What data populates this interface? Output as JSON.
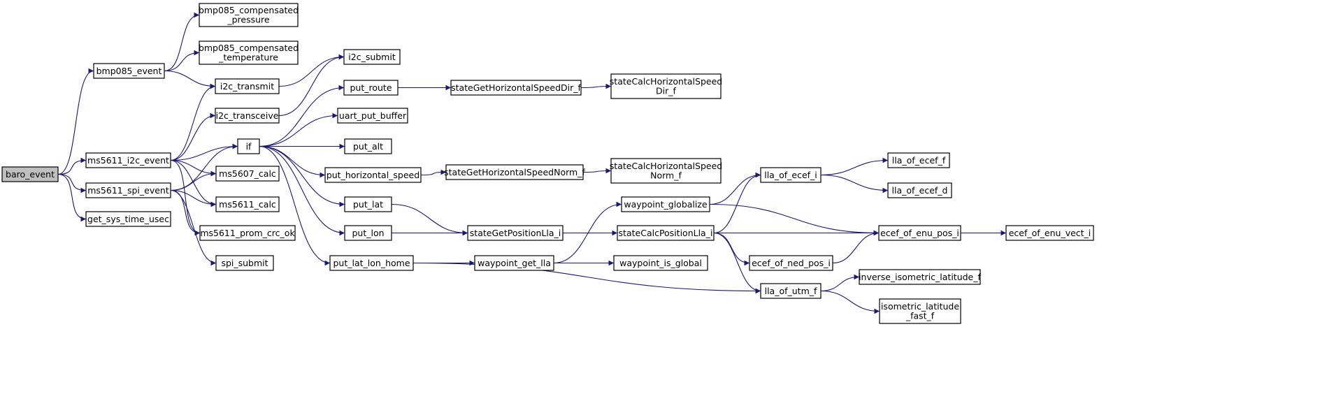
{
  "nodes": {
    "baro_event": [
      "baro_event"
    ],
    "bmp085_event": [
      "bmp085_event"
    ],
    "bmp085_compensated_pressure": [
      "bmp085_compensated",
      "_pressure"
    ],
    "bmp085_compensated_temperature": [
      "bmp085_compensated",
      "_temperature"
    ],
    "i2c_transmit": [
      "i2c_transmit"
    ],
    "i2c_submit": [
      "i2c_submit"
    ],
    "i2c_transceive": [
      "i2c_transceive"
    ],
    "ms5611_i2c_event": [
      "ms5611_i2c_event"
    ],
    "ms5611_spi_event": [
      "ms5611_spi_event"
    ],
    "get_sys_time_usec": [
      "get_sys_time_usec"
    ],
    "if": [
      "if"
    ],
    "ms5607_calc": [
      "ms5607_calc"
    ],
    "ms5611_calc": [
      "ms5611_calc"
    ],
    "ms5611_prom_crc_ok": [
      "ms5611_prom_crc_ok"
    ],
    "spi_submit": [
      "spi_submit"
    ],
    "put_route": [
      "put_route"
    ],
    "uart_put_buffer": [
      "uart_put_buffer"
    ],
    "put_alt": [
      "put_alt"
    ],
    "put_horizontal_speed": [
      "put_horizontal_speed"
    ],
    "put_lat": [
      "put_lat"
    ],
    "put_lon": [
      "put_lon"
    ],
    "put_lat_lon_home": [
      "put_lat_lon_home"
    ],
    "stateGetHorizontalSpeedDir_f": [
      "stateGetHorizontalSpeedDir_f"
    ],
    "stateCalcHorizontalSpeedDir_f": [
      "stateCalcHorizontalSpeed",
      "Dir_f"
    ],
    "stateGetHorizontalSpeedNorm_f": [
      "stateGetHorizontalSpeedNorm_f"
    ],
    "stateCalcHorizontalSpeedNorm_f": [
      "stateCalcHorizontalSpeed",
      "Norm_f"
    ],
    "stateGetPositionLla_i": [
      "stateGetPositionLla_i"
    ],
    "waypoint_get_lla": [
      "waypoint_get_lla"
    ],
    "waypoint_globalize": [
      "waypoint_globalize"
    ],
    "stateCalcPositionLla_i": [
      "stateCalcPositionLla_i"
    ],
    "waypoint_is_global": [
      "waypoint_is_global"
    ],
    "lla_of_ecef_i": [
      "lla_of_ecef_i"
    ],
    "lla_of_ecef_f": [
      "lla_of_ecef_f"
    ],
    "lla_of_ecef_d": [
      "lla_of_ecef_d"
    ],
    "ecef_of_enu_pos_i": [
      "ecef_of_enu_pos_i"
    ],
    "ecef_of_enu_vect_i": [
      "ecef_of_enu_vect_i"
    ],
    "ecef_of_ned_pos_i": [
      "ecef_of_ned_pos_i"
    ],
    "lla_of_utm_f": [
      "lla_of_utm_f"
    ],
    "inverse_isometric_latitude_f": [
      "inverse_isometric_latitude_f"
    ],
    "isometric_latitude_fast_f": [
      "isometric_latitude",
      "_fast_f"
    ]
  },
  "root": "baro_event",
  "edges": [
    [
      "baro_event",
      "bmp085_event"
    ],
    [
      "baro_event",
      "ms5611_i2c_event"
    ],
    [
      "baro_event",
      "ms5611_spi_event"
    ],
    [
      "baro_event",
      "get_sys_time_usec"
    ],
    [
      "bmp085_event",
      "bmp085_compensated_pressure"
    ],
    [
      "bmp085_event",
      "bmp085_compensated_temperature"
    ],
    [
      "bmp085_event",
      "i2c_transmit"
    ],
    [
      "i2c_transmit",
      "i2c_submit"
    ],
    [
      "i2c_transceive",
      "i2c_submit"
    ],
    [
      "ms5611_i2c_event",
      "i2c_transmit"
    ],
    [
      "ms5611_i2c_event",
      "i2c_transceive"
    ],
    [
      "ms5611_i2c_event",
      "if"
    ],
    [
      "ms5611_i2c_event",
      "ms5607_calc"
    ],
    [
      "ms5611_i2c_event",
      "ms5611_calc"
    ],
    [
      "ms5611_i2c_event",
      "ms5611_prom_crc_ok"
    ],
    [
      "ms5611_spi_event",
      "if"
    ],
    [
      "ms5611_spi_event",
      "ms5607_calc"
    ],
    [
      "ms5611_spi_event",
      "ms5611_calc"
    ],
    [
      "ms5611_spi_event",
      "ms5611_prom_crc_ok"
    ],
    [
      "ms5611_spi_event",
      "spi_submit"
    ],
    [
      "if",
      "put_route"
    ],
    [
      "if",
      "uart_put_buffer"
    ],
    [
      "if",
      "put_alt"
    ],
    [
      "if",
      "put_horizontal_speed"
    ],
    [
      "if",
      "put_lat"
    ],
    [
      "if",
      "put_lon"
    ],
    [
      "if",
      "put_lat_lon_home"
    ],
    [
      "put_route",
      "stateGetHorizontalSpeedDir_f"
    ],
    [
      "stateGetHorizontalSpeedDir_f",
      "stateCalcHorizontalSpeedDir_f"
    ],
    [
      "put_horizontal_speed",
      "stateGetHorizontalSpeedNorm_f"
    ],
    [
      "stateGetHorizontalSpeedNorm_f",
      "stateCalcHorizontalSpeedNorm_f"
    ],
    [
      "put_lat",
      "stateGetPositionLla_i"
    ],
    [
      "put_lon",
      "stateGetPositionLla_i"
    ],
    [
      "stateGetPositionLla_i",
      "stateCalcPositionLla_i"
    ],
    [
      "put_lat_lon_home",
      "waypoint_get_lla"
    ],
    [
      "put_lat_lon_home",
      "lla_of_utm_f"
    ],
    [
      "waypoint_get_lla",
      "waypoint_globalize"
    ],
    [
      "waypoint_get_lla",
      "waypoint_is_global"
    ],
    [
      "waypoint_globalize",
      "lla_of_ecef_i"
    ],
    [
      "waypoint_globalize",
      "ecef_of_enu_pos_i"
    ],
    [
      "stateCalcPositionLla_i",
      "lla_of_ecef_i"
    ],
    [
      "stateCalcPositionLla_i",
      "ecef_of_enu_pos_i"
    ],
    [
      "stateCalcPositionLla_i",
      "ecef_of_ned_pos_i"
    ],
    [
      "stateCalcPositionLla_i",
      "lla_of_utm_f"
    ],
    [
      "lla_of_ecef_i",
      "lla_of_ecef_f"
    ],
    [
      "lla_of_ecef_i",
      "lla_of_ecef_d"
    ],
    [
      "ecef_of_enu_pos_i",
      "ecef_of_enu_vect_i"
    ],
    [
      "ecef_of_ned_pos_i",
      "ecef_of_enu_pos_i"
    ],
    [
      "lla_of_utm_f",
      "inverse_isometric_latitude_f"
    ],
    [
      "lla_of_utm_f",
      "isometric_latitude_fast_f"
    ]
  ],
  "colors": {
    "edge": "#191970",
    "root_fill": "#bfbfbf",
    "node_fill": "#ffffff",
    "node_stroke": "#000000"
  }
}
